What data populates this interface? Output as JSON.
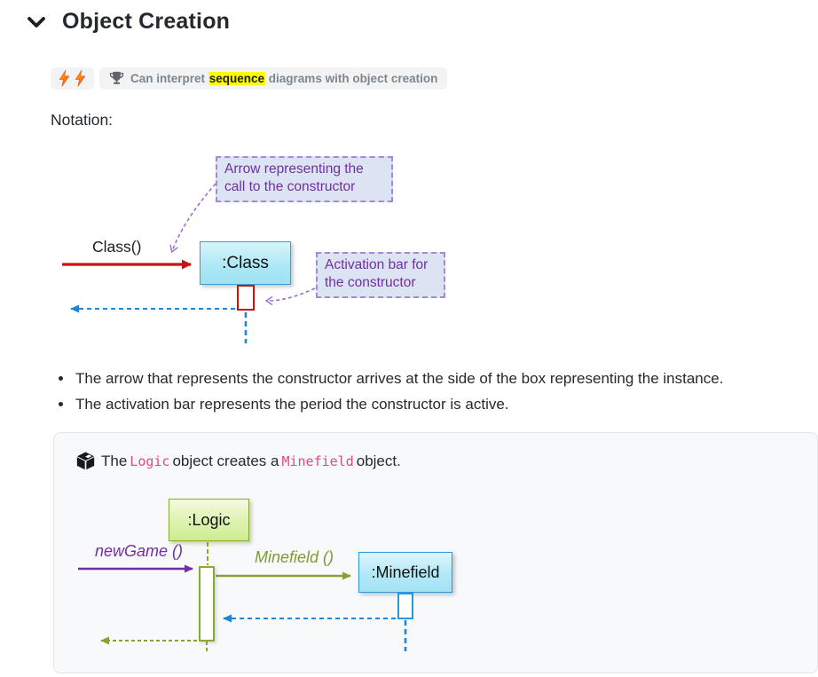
{
  "header": {
    "title": "Object Creation"
  },
  "badges": {
    "level_icon": "double-lightning-bolt",
    "outcome_icon": "trophy",
    "outcome_prefix": "Can interpret ",
    "outcome_highlight": "sequence",
    "outcome_suffix": " diagrams with object creation"
  },
  "notation_label": "Notation:",
  "notation_diagram": {
    "call_label": "Class()",
    "object_label": ":Class",
    "annotation_arrow": "Arrow representing the call to the constructor",
    "annotation_activation": "Activation bar for the constructor"
  },
  "bullets": [
    "The arrow that represents the constructor arrives at the side of the box representing the instance.",
    "The activation bar represents the period the constructor is active."
  ],
  "example": {
    "icon": "cube",
    "sentence": {
      "p1": "The ",
      "code1": "Logic",
      "p2": " object creates a ",
      "code2": "Minefield",
      "p3": " object."
    },
    "diagram": {
      "caller_object": ":Logic",
      "created_object": ":Minefield",
      "call1_label": "newGame ()",
      "call2_label": "Minefield ()"
    }
  },
  "colors": {
    "constructor_arrow_red": "#cc1111",
    "return_arrow_blue": "#1e86d6",
    "annotation_purple": "#7030a0",
    "callout_purple": "#9b6fd0",
    "call_arrow_purple": "#7030a0",
    "call_arrow_olive": "#84a332",
    "object_box_cyan_fill": "#aee8f6",
    "object_box_green_fill": "#cfec90",
    "badge_bg": "#f1f3f4",
    "highlight_yellow": "#ffff00",
    "example_panel_bg": "#f8f9fa"
  }
}
